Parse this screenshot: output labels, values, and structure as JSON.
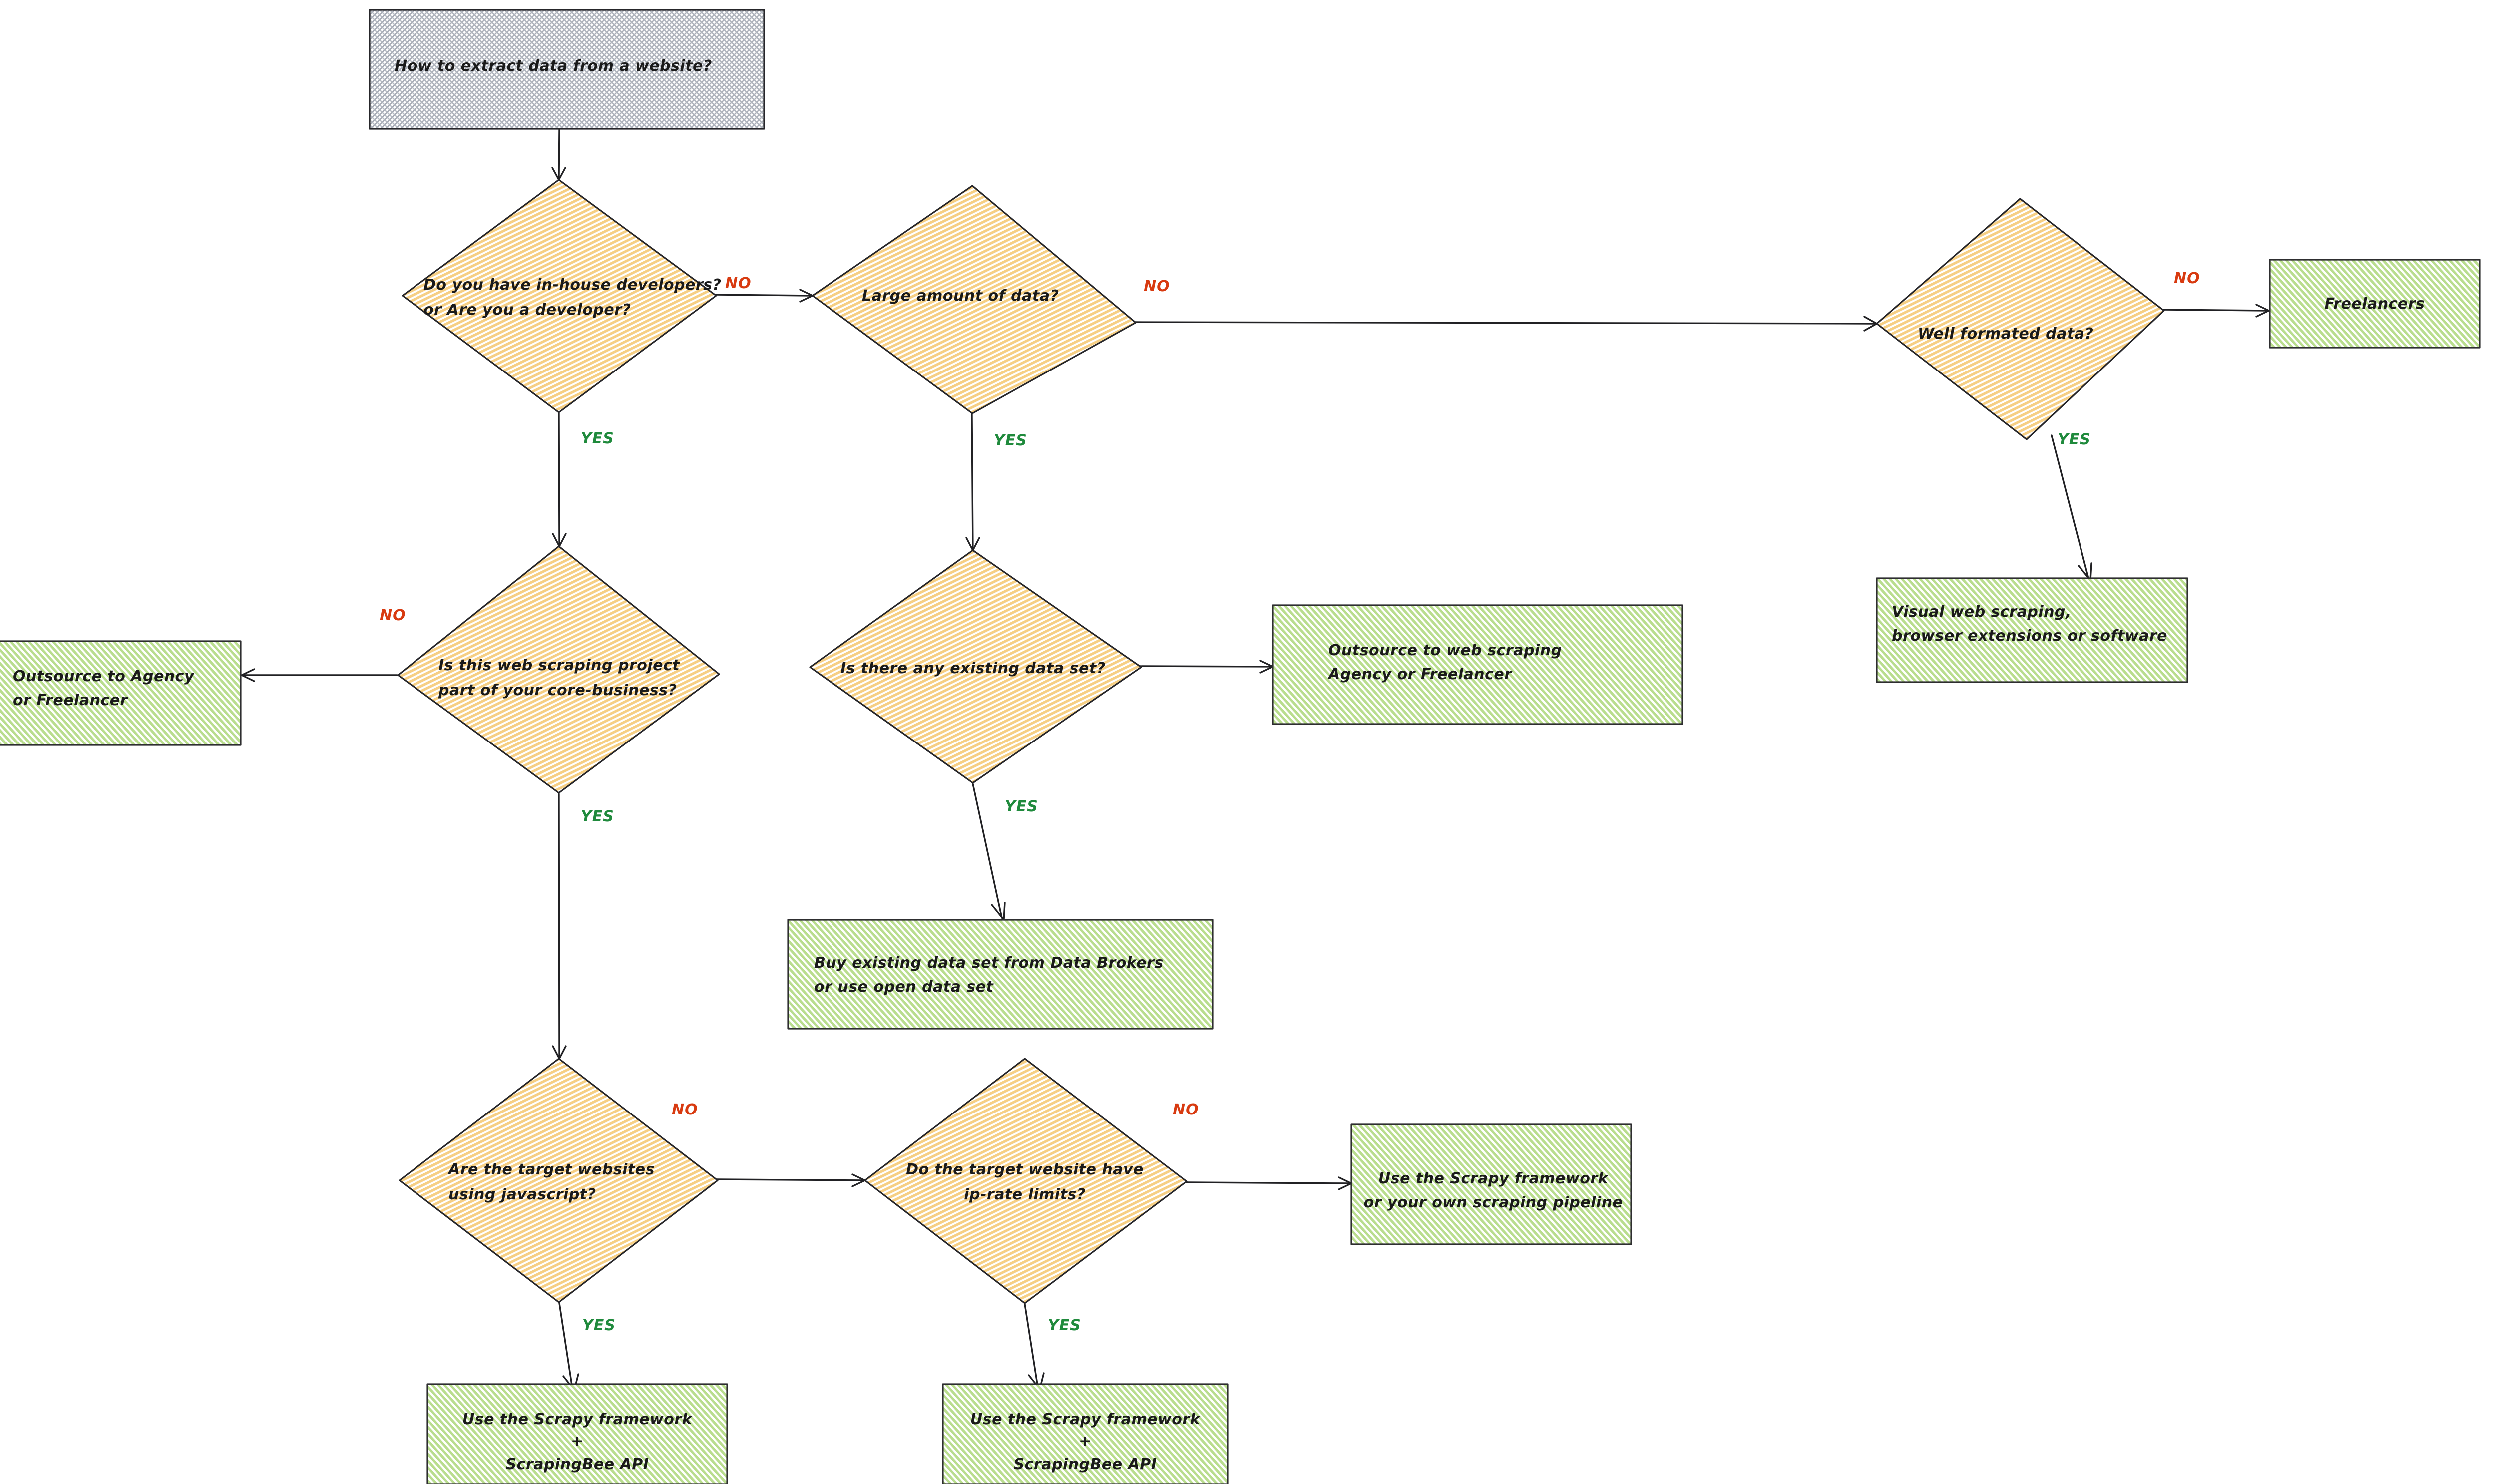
{
  "diagram": {
    "title": "How to extract data from a website?",
    "type": "flowchart",
    "style": "hand-drawn sketch",
    "colors": {
      "start_fill": "#b8bcc4",
      "decision_fill": "#f7d79a",
      "outcome_fill": "#cfe6ad",
      "outline": "#26262a",
      "label_no": "#d83a10",
      "label_yes": "#1f8a3c",
      "text": "#1a1a1a",
      "background": "#ffffff"
    },
    "edge_labels": {
      "no": "NO",
      "yes": "YES"
    },
    "nodes": {
      "start": {
        "kind": "start",
        "text": "How to extract data from a website?"
      },
      "d_devs": {
        "kind": "decision",
        "line1": "Do you have in-house developers?",
        "line2": "or Are you a developer?"
      },
      "d_large": {
        "kind": "decision",
        "line1": "Large amount of data?"
      },
      "d_well": {
        "kind": "decision",
        "line1": "Well formated data?"
      },
      "d_core": {
        "kind": "decision",
        "line1": "Is this web scraping project",
        "line2": "part of your core-business?"
      },
      "d_dataset": {
        "kind": "decision",
        "line1": "Is there any existing data set?"
      },
      "d_js": {
        "kind": "decision",
        "line1": "Are the target websites",
        "line2": "using javascript?"
      },
      "d_iprate": {
        "kind": "decision",
        "line1": "Do the target website have",
        "line2": "ip-rate limits?"
      },
      "o_freelancers": {
        "kind": "outcome",
        "line1": "Freelancers"
      },
      "o_visual": {
        "kind": "outcome",
        "line1": "Visual web scraping,",
        "line2": "browser extensions or software"
      },
      "o_outsource_af": {
        "kind": "outcome",
        "line1": "Outsource to Agency",
        "line2": "or Freelancer"
      },
      "o_outsource_ws": {
        "kind": "outcome",
        "line1": "Outsource to web scraping",
        "line2": "Agency or Freelancer"
      },
      "o_buy": {
        "kind": "outcome",
        "line1": "Buy existing data set from Data Brokers",
        "line2": "or use open data set"
      },
      "o_scrapy_pipeline": {
        "kind": "outcome",
        "line1": "Use the Scrapy framework",
        "line2": "or your own scraping pipeline"
      },
      "o_scrapy_bee_left": {
        "kind": "outcome",
        "line1": "Use the Scrapy framework",
        "line2": "+",
        "line3": "ScrapingBee API"
      },
      "o_scrapy_bee_right": {
        "kind": "outcome",
        "line1": "Use the Scrapy framework",
        "line2": "+",
        "line3": "ScrapingBee API"
      }
    },
    "edges": [
      {
        "from": "start",
        "to": "d_devs",
        "label": ""
      },
      {
        "from": "d_devs",
        "to": "d_large",
        "label": "NO"
      },
      {
        "from": "d_devs",
        "to": "d_core",
        "label": "YES"
      },
      {
        "from": "d_large",
        "to": "d_well",
        "label": "NO"
      },
      {
        "from": "d_large",
        "to": "d_dataset",
        "label": "YES"
      },
      {
        "from": "d_well",
        "to": "o_freelancers",
        "label": "NO"
      },
      {
        "from": "d_well",
        "to": "o_visual",
        "label": "YES"
      },
      {
        "from": "d_core",
        "to": "o_outsource_af",
        "label": "NO"
      },
      {
        "from": "d_core",
        "to": "d_js",
        "label": "YES"
      },
      {
        "from": "d_dataset",
        "to": "o_outsource_ws",
        "label": ""
      },
      {
        "from": "d_dataset",
        "to": "o_buy",
        "label": "YES"
      },
      {
        "from": "d_js",
        "to": "d_iprate",
        "label": "NO"
      },
      {
        "from": "d_js",
        "to": "o_scrapy_bee_left",
        "label": "YES"
      },
      {
        "from": "d_iprate",
        "to": "o_scrapy_pipeline",
        "label": "NO"
      },
      {
        "from": "d_iprate",
        "to": "o_scrapy_bee_right",
        "label": "YES"
      }
    ]
  }
}
